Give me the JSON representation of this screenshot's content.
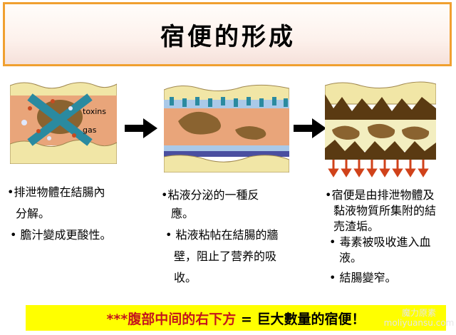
{
  "title": "宿便的形成",
  "panel1": {
    "labels": {
      "toxins": "toxins",
      "gas": "gas"
    },
    "lines": [
      "•排泄物體在結腸內",
      "分解。",
      "•  膽汁變成更酸性。"
    ]
  },
  "panel2": {
    "lines": [
      "•粘液分泌的一種反",
      "應。",
      "•  粘液粘帖在結腸的牆",
      "壁，阻止了营养的吸",
      "收。"
    ]
  },
  "panel3": {
    "lines": [
      "•宿便是由排泄物體及",
      "黏液物質所集附的結",
      "売渣垢。",
      "•  毒素被吸收進入血",
      "液。",
      "•  結腸變窄。"
    ]
  },
  "bottom": {
    "prefix": "***腹部中间的右下方",
    "equals": "=",
    "suffix": "巨大數量的宿便！",
    "full": "***腹部中间的右下方 = 巨大數量的宿便！"
  },
  "watermark": {
    "line1": "魔力原素",
    "line2": "moliyuansu.com"
  },
  "colors": {
    "title_border": "#f0a030",
    "bottom_bar": "#ffff00",
    "bottom_text": "#c4161c"
  }
}
